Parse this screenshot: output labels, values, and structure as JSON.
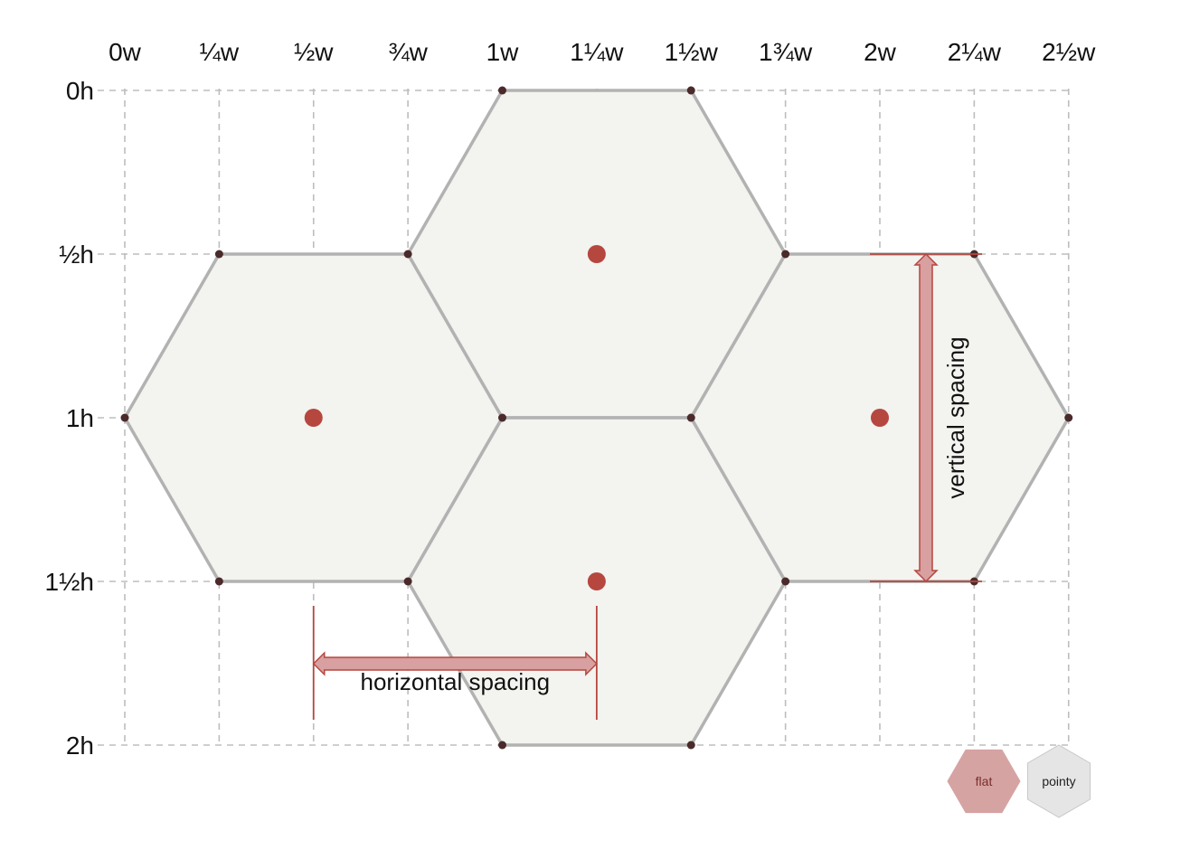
{
  "diagram": {
    "columns": [
      "0w",
      "¼w",
      "½w",
      "¾w",
      "1w",
      "1¼w",
      "1½w",
      "1¾w",
      "2w",
      "2¼w",
      "2½w"
    ],
    "rows": [
      "0h",
      "½h",
      "1h",
      "1½h",
      "2h"
    ],
    "hexagons": [
      {
        "center": [
          0.5,
          1.0
        ]
      },
      {
        "center": [
          1.25,
          0.5
        ]
      },
      {
        "center": [
          1.25,
          1.5
        ]
      },
      {
        "center": [
          2.0,
          1.0
        ]
      }
    ],
    "horizontal_spacing": {
      "label": "horizontal spacing",
      "from_w": 0.5,
      "to_w": 1.25
    },
    "vertical_spacing": {
      "label": "vertical spacing",
      "from_h": 0.5,
      "to_h": 1.5
    }
  },
  "toggle": {
    "flat_label": "flat",
    "pointy_label": "pointy",
    "selected": "flat"
  },
  "colors": {
    "hex_fill": "#f3f3ef",
    "hex_stroke": "#b2b2b2",
    "accent": "#b5473f",
    "arrow_fill": "#d8a0a0",
    "vertex": "#4a2a2a",
    "flat_button": "#d6a3a3",
    "pointy_button": "#e5e5e5"
  }
}
